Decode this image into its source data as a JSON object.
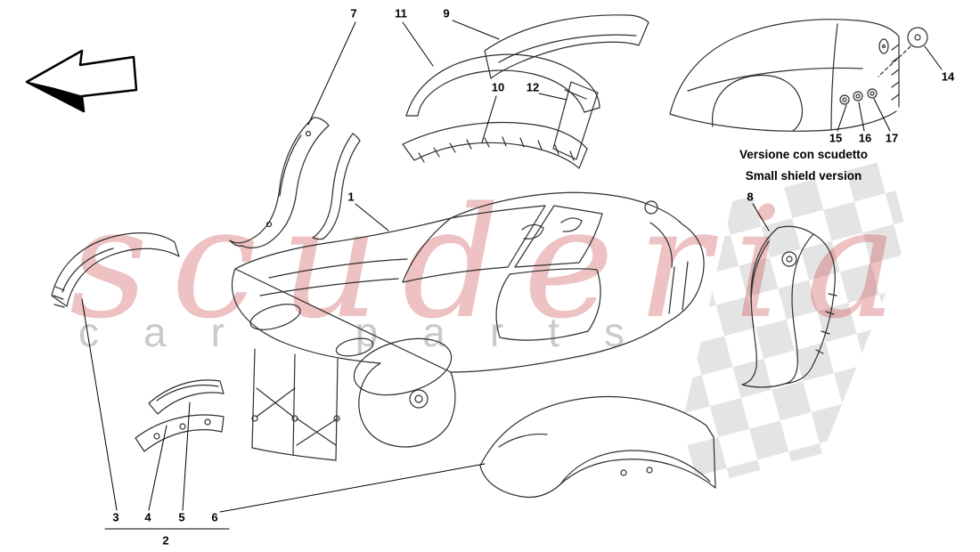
{
  "watermark": {
    "title": "scuderia",
    "subtitle": "car parts",
    "title_color": "#cc4444",
    "subtitle_color": "#8c8c8c"
  },
  "caption": {
    "line1": "Versione con scudetto",
    "line2": "Small shield version"
  },
  "callouts": [
    {
      "label": "1"
    },
    {
      "label": "2"
    },
    {
      "label": "3"
    },
    {
      "label": "4"
    },
    {
      "label": "5"
    },
    {
      "label": "6"
    },
    {
      "label": "7"
    },
    {
      "label": "8"
    },
    {
      "label": "9"
    },
    {
      "label": "10"
    },
    {
      "label": "11"
    },
    {
      "label": "12"
    },
    {
      "label": "14"
    },
    {
      "label": "15"
    },
    {
      "label": "16"
    },
    {
      "label": "17"
    }
  ]
}
